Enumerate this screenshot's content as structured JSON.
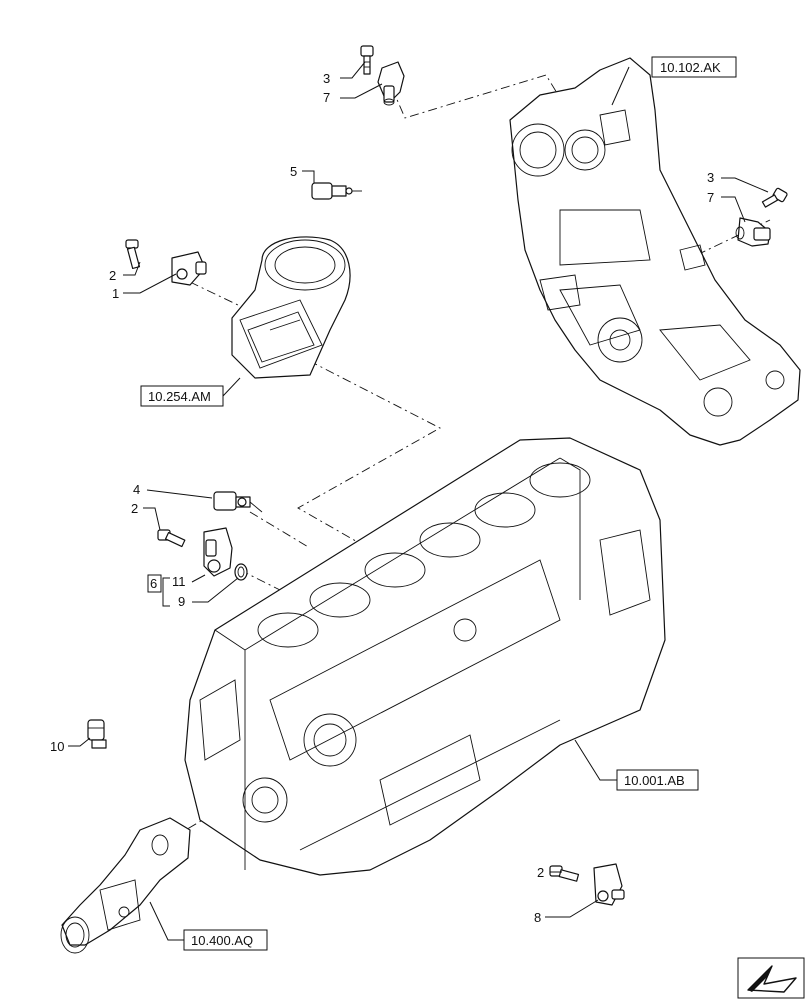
{
  "callouts": {
    "c3_top": "3",
    "c7_top": "7",
    "c5": "5",
    "c2_left": "2",
    "c1": "1",
    "c3_right": "3",
    "c7_right": "7",
    "c4": "4",
    "c2_mid": "2",
    "c6_kit": "6",
    "c11": "11",
    "c9": "9",
    "c10": "10",
    "c2_bottom": "2",
    "c8": "8"
  },
  "references": {
    "ref_timing_cover": "10.102.AK",
    "ref_intake": "10.254.AM",
    "ref_block": "10.001.AB",
    "ref_water_pipe": "10.400.AQ"
  },
  "icons": {
    "corner": "arrow-direction-icon"
  }
}
